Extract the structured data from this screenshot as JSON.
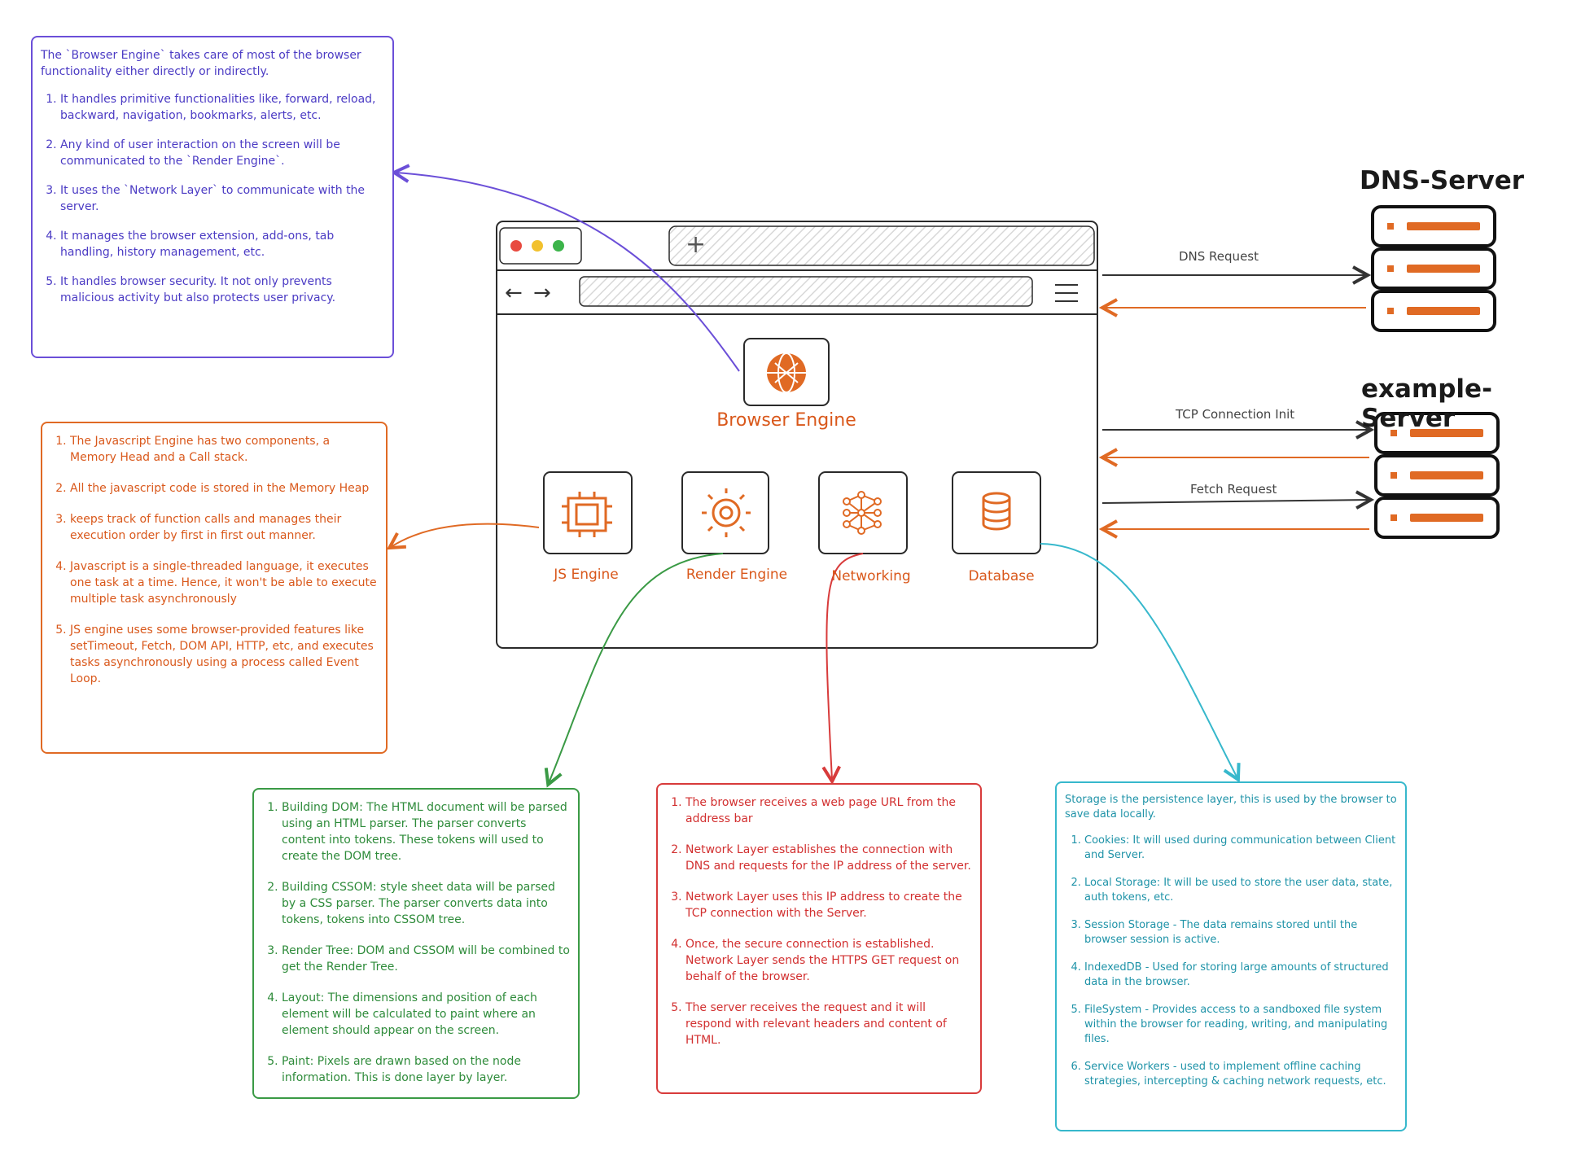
{
  "browser_window": {
    "new_tab_symbol": "+",
    "back_symbol": "←",
    "forward_symbol": "→",
    "menu_icon": "hamburger-menu-icon"
  },
  "components": {
    "browser_engine": "Browser Engine",
    "js_engine": "JS Engine",
    "render_engine": "Render Engine",
    "networking": "Networking",
    "database": "Database"
  },
  "servers": {
    "dns_title": "DNS-Server",
    "example_title": "example-Server"
  },
  "edges": {
    "dns_request": "DNS Request",
    "tcp_init": "TCP Connection Init",
    "fetch_request": "Fetch Request"
  },
  "notes": {
    "browser_engine": {
      "intro": "The `Browser Engine` takes care of most of the browser functionality either directly or indirectly.",
      "items": [
        "It handles primitive functionalities like, forward, reload, backward, navigation, bookmarks, alerts, etc.",
        "Any kind of user interaction on the screen will be communicated to the `Render Engine`.",
        "It uses the `Network Layer` to communicate with the server.",
        "It manages the browser extension, add-ons, tab handling, history management, etc.",
        "It handles browser security. It not only prevents malicious activity but also protects user privacy."
      ]
    },
    "js_engine": {
      "items": [
        "The Javascript Engine has two components, a Memory Head and a Call stack.",
        "All the javascript code is stored in the Memory Heap",
        "keeps track of function calls and manages their execution order by first in first out manner.",
        "Javascript is a single-threaded language, it executes one task at a time. Hence, it won't be able to execute multiple task asynchronously",
        "JS engine uses some browser-provided features like setTimeout, Fetch, DOM API, HTTP, etc, and executes tasks asynchronously using a process called Event Loop."
      ]
    },
    "render_engine": {
      "items": [
        "Building DOM: The HTML document will be parsed using an HTML parser. The parser converts content into tokens. These tokens will used to create the DOM tree.",
        "Building CSSOM: style sheet data will be parsed by a CSS parser. The parser converts data into tokens, tokens into CSSOM tree.",
        "Render Tree: DOM and CSSOM will be combined to get the Render Tree.",
        "Layout: The dimensions and position of each element will be calculated to paint where an element should appear on the screen.",
        "Paint: Pixels are drawn based on the node information.  This is done layer by layer."
      ]
    },
    "networking": {
      "items": [
        "The browser receives a web page URL from the address bar",
        "Network Layer establishes the connection with DNS and requests for the IP address of the server.",
        "Network Layer uses this IP address to create the TCP connection with the Server.",
        "Once, the secure connection is established. Network Layer sends the HTTPS GET request on behalf of the browser.",
        "The server receives the request and it will respond with relevant headers and content of HTML."
      ]
    },
    "database": {
      "intro": "Storage is the persistence layer, this is used by the browser to save data locally.",
      "items": [
        "Cookies: It will used during communication between Client and Server.",
        "Local Storage: It will be used to store the user data, state, auth tokens, etc.",
        "Session Storage - The data remains stored until the browser session is active.",
        "IndexedDB - Used for storing large amounts of structured data in the browser.",
        "FileSystem - Provides access to a sandboxed file system within the browser for reading, writing, and manipulating files.",
        "Service Workers - used to implement offline caching strategies, intercepting & caching network requests, etc."
      ]
    }
  },
  "colors": {
    "purple": "#6b4fd8",
    "orange": "#e06a24",
    "green": "#3a9a45",
    "red": "#d83b3b",
    "cyan": "#37b8cc",
    "ink": "#1a1a1a"
  }
}
